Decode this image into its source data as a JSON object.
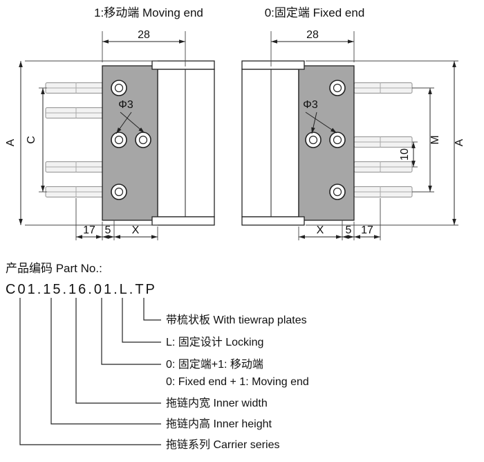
{
  "header": {
    "moving_end": "1:移动端 Moving end",
    "fixed_end": "0:固定端 Fixed end"
  },
  "moving_view": {
    "width_dim": "28",
    "height_dim": "A",
    "hole_pitch_dim": "C",
    "hole_diameter": "Φ3",
    "bottom_dims": [
      "17",
      "5",
      "X"
    ]
  },
  "fixed_view": {
    "width_dim": "28",
    "profile_dim": "M",
    "tooth_pitch_dim": "10",
    "height_dim": "A",
    "hole_diameter": "Φ3",
    "bottom_dims": [
      "X",
      "5",
      "17"
    ]
  },
  "part_number": {
    "heading": "产品编码 Part No.:",
    "code": "C01.15.16.01.L.TP",
    "legend": [
      {
        "text": "带梳状板 With tiewrap plates"
      },
      {
        "text": "L: 固定设计 Locking"
      },
      {
        "text": "0: 固定端+1: 移动端"
      },
      {
        "text": "0: Fixed end + 1: Moving end"
      },
      {
        "text": "拖链内宽 Inner width"
      },
      {
        "text": "拖链内高 Inner height"
      },
      {
        "text": "拖链系列 Carrier series"
      }
    ]
  },
  "colors": {
    "plate_fill": "#a6a6a6",
    "teeth_fill": "#f2f2f2",
    "line": "#222222"
  }
}
